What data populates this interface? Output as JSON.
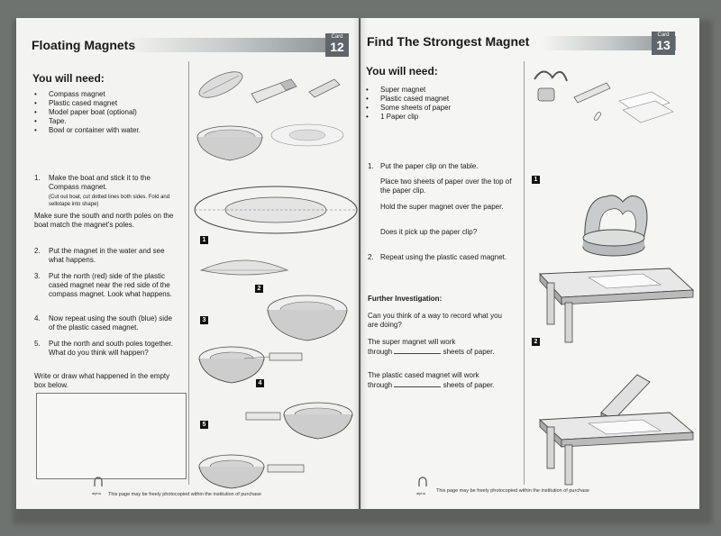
{
  "left": {
    "title": "Floating Magnets",
    "card_label": "Card",
    "card_number": "12",
    "need_heading": "You will need:",
    "need_items": [
      "Compass magnet",
      "Plastic cased magnet",
      "Model paper boat (optional)",
      "Tape.",
      "Bowl or container with water."
    ],
    "steps": {
      "s1_num": "1.",
      "s1_text": "Make the boat and stick it to the Compass magnet.",
      "s1_note": "(Cut out boat, cut dotted lines both sides. Fold and sellotape into shape)",
      "poles": "Make sure the south and north poles on the boat match the magnet's poles.",
      "s2_num": "2.",
      "s2_text": "Put the magnet in the water and see what happens.",
      "s3_num": "3.",
      "s3_text": "Put the north (red) side of the plastic cased magnet near the red side of the compass magnet. Look what happens.",
      "s4_num": "4.",
      "s4_text": "Now repeat using the south (blue) side of the plastic cased magnet.",
      "s5_num": "5.",
      "s5_text": "Put the north and south poles together. What do you think will happen?",
      "draw": "Write or draw what happened in the empty box below."
    },
    "badges": [
      "1",
      "2",
      "3",
      "4",
      "5"
    ],
    "footer": "This page may be freely photocopied within the institution of purchase"
  },
  "right": {
    "title": "Find The Strongest Magnet",
    "card_label": "Card",
    "card_number": "13",
    "need_heading": "You will need:",
    "need_items": [
      "Super magnet",
      "Plastic cased magnet",
      "Some sheets of paper",
      "1 Paper clip"
    ],
    "steps": {
      "s1_num": "1.",
      "s1_text": "Put the paper clip on the table.",
      "s1b": "Place two sheets of paper over the top of the paper clip.",
      "s1c": "Hold the super magnet over the paper.",
      "s1d": "Does it pick up the paper clip?",
      "s2_num": "2.",
      "s2_text": "Repeat using the plastic cased magnet."
    },
    "further_heading": "Further Investigation:",
    "further_q": "Can you think of a way to record what you are doing?",
    "super_a": "The super magnet will work",
    "super_b_pre": "through",
    "super_b_post": "sheets of paper.",
    "plastic_a": "The plastic cased magnet will work",
    "plastic_b_pre": "through",
    "plastic_b_post": "sheets of paper.",
    "badges": [
      "1",
      "2"
    ],
    "footer": "This page may be freely photocopied within the institution of purchase"
  },
  "logo_text": "alpha"
}
